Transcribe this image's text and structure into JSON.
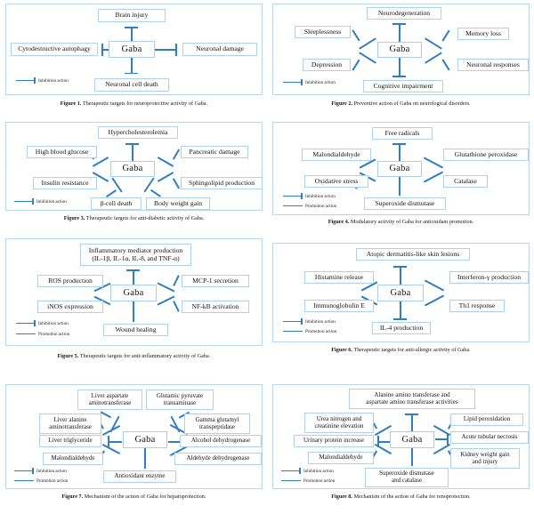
{
  "document": {
    "kind": "scientific-figure-sheet",
    "palette": {
      "box_border": "#aed2ec",
      "frame_border": "#b7d7ee",
      "connector": "#2f7ec0",
      "text": "#131313",
      "background": "#ffffff"
    },
    "hub_label": "Gaba",
    "legend": {
      "inhibition": "Inhibition action",
      "promotion": "Promotion action"
    }
  },
  "figures": [
    {
      "id": "figure-1",
      "number": "Figure 1.",
      "caption": "Therapeutic targets for neuroprotective activity of Gaba.",
      "caption_full": "Figure 1. Therapeutic targets for neuroprotective activity of Gaba.",
      "layout": "cross",
      "hub": "Gaba",
      "legend_items": [
        "Inhibition action"
      ],
      "nodes": [
        {
          "label": "Brain injury",
          "position": "top",
          "relation": "inhibition"
        },
        {
          "label": "Cytodestructive autophagy",
          "position": "left",
          "relation": "inhibition"
        },
        {
          "label": "Neuronal damage",
          "position": "right",
          "relation": "inhibition"
        },
        {
          "label": "Neuronal cell death",
          "position": "bottom",
          "relation": "inhibition"
        }
      ]
    },
    {
      "id": "figure-2",
      "number": "Figure 2.",
      "caption": "Preventive action of Gaba on neurological disorders.",
      "caption_full": "Figure 2. Preventive action of Gaba on neurological disorders.",
      "layout": "radial-6",
      "hub": "Gaba",
      "legend_items": [
        "Inhibition action"
      ],
      "nodes": [
        {
          "label": "Neurodegeneration",
          "position": "top",
          "relation": "inhibition"
        },
        {
          "label": "Sleeplessness",
          "position": "upper-left",
          "relation": "inhibition"
        },
        {
          "label": "Memory loss",
          "position": "upper-right",
          "relation": "inhibition"
        },
        {
          "label": "Depression",
          "position": "lower-left",
          "relation": "inhibition"
        },
        {
          "label": "Neuronal responses",
          "position": "lower-right",
          "relation": "inhibition"
        },
        {
          "label": "Cognitive impairment",
          "position": "bottom",
          "relation": "inhibition"
        }
      ]
    },
    {
      "id": "figure-3",
      "number": "Figure 3.",
      "caption": "Therapeutic targets for anti-diabetic activity of Gaba.",
      "caption_full": "Figure 3. Therapeutic targets for anti-diabetic activity of Gaba.",
      "layout": "radial-7",
      "hub": "Gaba",
      "legend_items": [
        "Inhibition action"
      ],
      "nodes": [
        {
          "label": "Hypercholesterolemia",
          "position": "top",
          "relation": "inhibition"
        },
        {
          "label": "High blood glucose",
          "position": "upper-left",
          "relation": "inhibition"
        },
        {
          "label": "Pancreatic damage",
          "position": "upper-right",
          "relation": "inhibition"
        },
        {
          "label": "Insulin resistance",
          "position": "lower-left",
          "relation": "inhibition"
        },
        {
          "label": "Sphingolipid production",
          "position": "lower-right",
          "relation": "inhibition"
        },
        {
          "label": "β-cell death",
          "position": "bottom-left",
          "relation": "inhibition"
        },
        {
          "label": "Body weight gain",
          "position": "bottom-right",
          "relation": "inhibition"
        }
      ]
    },
    {
      "id": "figure-4",
      "number": "Figure 4.",
      "caption": "Modulatory activity of Gaba for antioxidant promotion.",
      "caption_full": "Figure 4. Modulatory activity of Gaba for antioxidant promotion.",
      "layout": "radial-6",
      "hub": "Gaba",
      "legend_items": [
        "Inhibition action",
        "Promotion action"
      ],
      "nodes": [
        {
          "label": "Free radicals",
          "position": "top",
          "relation": "inhibition"
        },
        {
          "label": "Malondialdehyde",
          "position": "upper-left",
          "relation": "inhibition"
        },
        {
          "label": "Glutathione peroxidase",
          "position": "upper-right",
          "relation": "promotion"
        },
        {
          "label": "Oxidative stress",
          "position": "lower-left",
          "relation": "inhibition"
        },
        {
          "label": "Catalase",
          "position": "lower-right",
          "relation": "promotion"
        },
        {
          "label": "Superoxide dismutase",
          "position": "bottom",
          "relation": "promotion"
        }
      ]
    },
    {
      "id": "figure-5",
      "number": "Figure 5.",
      "caption": "Therapeutic targets for anti-inflammatory activity of Gaba.",
      "caption_full": "Figure 5. Therapeutic targets for anti-inflammatory activity of Gaba.",
      "layout": "radial-6",
      "hub": "Gaba",
      "legend_items": [
        "Inhibition action",
        "Promotion action"
      ],
      "nodes": [
        {
          "label": "Inflammatory mediator production",
          "label_line2": "(IL-1β, IL-1α, IL-8, and TNF-α)",
          "position": "top",
          "relation": "inhibition"
        },
        {
          "label": "ROS production",
          "position": "upper-left",
          "relation": "inhibition"
        },
        {
          "label": "MCP-1 secretion",
          "position": "upper-right",
          "relation": "inhibition"
        },
        {
          "label": "iNOS expression",
          "position": "lower-left",
          "relation": "inhibition"
        },
        {
          "label": "NF-kB activation",
          "position": "lower-right",
          "relation": "inhibition"
        },
        {
          "label": "Wound healing",
          "position": "bottom",
          "relation": "promotion"
        }
      ]
    },
    {
      "id": "figure-6",
      "number": "Figure 6.",
      "caption": "Therapeutic targets for anti-allergic activity of Gaba.",
      "caption_full": "Figure 6. Therapeutic targets for anti-allergic activity of Gaba.",
      "layout": "radial-6",
      "hub": "Gaba",
      "legend_items": [
        "Inhibition action",
        "Promotion action"
      ],
      "nodes": [
        {
          "label": "Atopic dermatitis-like skin lesions",
          "position": "top",
          "relation": "inhibition"
        },
        {
          "label": "Histamine release",
          "position": "upper-left",
          "relation": "inhibition"
        },
        {
          "label": "Interferon-γ production",
          "position": "upper-right",
          "relation": "promotion"
        },
        {
          "label": "Immunoglobulin E",
          "position": "lower-left",
          "relation": "inhibition"
        },
        {
          "label": "Th1 response",
          "position": "lower-right",
          "relation": "promotion"
        },
        {
          "label": "IL-4 production",
          "position": "bottom",
          "relation": "inhibition"
        }
      ]
    },
    {
      "id": "figure-7",
      "number": "Figure 7.",
      "caption": "Mechanism of the action of Gaba for hepatoprotection.",
      "caption_full": "Figure 7. Mechanism of the action of Gaba for hepatoprotection.",
      "layout": "radial-9",
      "hub": "Gaba",
      "legend_items": [
        "Inhibition action",
        "Promotion action"
      ],
      "nodes": [
        {
          "label": "Liver aspartate",
          "label_line2": "aminotransferase",
          "position": "top-left",
          "relation": "inhibition"
        },
        {
          "label": "Glutamic pyruvate",
          "label_line2": "transaminase",
          "position": "top-right",
          "relation": "inhibition"
        },
        {
          "label": "Liver alanine",
          "label_line2": "aminotransferase",
          "position": "upper-left",
          "relation": "inhibition"
        },
        {
          "label": "Gamma glutamyl",
          "label_line2": "transpeptidase",
          "position": "upper-right",
          "relation": "inhibition"
        },
        {
          "label": "Liver triglyceride",
          "position": "left",
          "relation": "inhibition"
        },
        {
          "label": "Alcohol dehydrogenase",
          "position": "right",
          "relation": "promotion"
        },
        {
          "label": "Malondialdehyde",
          "position": "lower-left",
          "relation": "inhibition"
        },
        {
          "label": "Aldehyde dehydrogenase",
          "position": "lower-right",
          "relation": "promotion"
        },
        {
          "label": "Antioxidant enzyme",
          "position": "bottom",
          "relation": "promotion"
        }
      ]
    },
    {
      "id": "figure-8",
      "number": "Figure 8.",
      "caption": "Mechanism of the action of Gaba for renoprotection.",
      "caption_full": "Figure 8. Mechanism of the action of Gaba for renoprotection.",
      "layout": "radial-7",
      "hub": "Gaba",
      "legend_items": [
        "Inhibition action",
        "Promotion action"
      ],
      "nodes": [
        {
          "label": "Alanine amino transferase and",
          "label_line2": "aspartate amino transferase activities",
          "position": "top",
          "relation": "inhibition"
        },
        {
          "label": "Urea nitrogen and",
          "label_line2": "creatinine elevation",
          "position": "upper-left",
          "relation": "inhibition"
        },
        {
          "label": "Lipid peroxidation",
          "position": "upper-right",
          "relation": "inhibition"
        },
        {
          "label": "Urinary protein increase",
          "position": "left",
          "relation": "inhibition"
        },
        {
          "label": "Acute tubular necrosis",
          "position": "right",
          "relation": "inhibition"
        },
        {
          "label": "Malondialdehyde",
          "position": "lower-left",
          "relation": "inhibition"
        },
        {
          "label": "Kidney weight gain",
          "label_line2": "and injury",
          "position": "lower-right",
          "relation": "inhibition"
        },
        {
          "label": "Superoxide dismutase",
          "label_line2": "and catalase",
          "position": "bottom",
          "relation": "promotion"
        }
      ]
    }
  ]
}
